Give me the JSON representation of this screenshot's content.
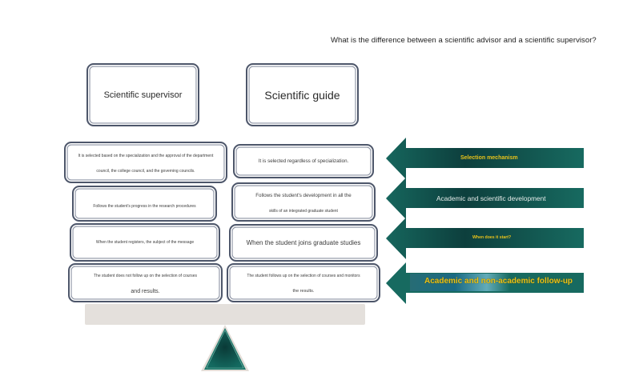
{
  "title": "What is the difference between a scientific advisor and a scientific supervisor?",
  "headers": {
    "left": "Scientific supervisor",
    "right": "Scientific guide"
  },
  "rows": [
    {
      "left": [
        "It is selected based on the specialization and the approval of the department",
        "council, the college council, and the governing councils."
      ],
      "right": [
        "It is selected regardless of specialization."
      ],
      "category": "Selection mechanism"
    },
    {
      "left": [
        "Follows the student's progress in the research procedures"
      ],
      "right": [
        "Follows the student's development in all the",
        "skills of an integrated graduate student"
      ],
      "category": "Academic and scientific development"
    },
    {
      "left": [
        "When the student registers, the subject of the message"
      ],
      "right": [
        "When the student joins graduate studies"
      ],
      "category": "When does it start?"
    },
    {
      "left": [
        "The student does not follow up on the selection of courses",
        "and results."
      ],
      "right": [
        "The student follows up on the selection of courses and monitors",
        "the results."
      ],
      "category": "Academic and non-academic follow-up"
    }
  ],
  "colors": {
    "arrow": "#155f57",
    "arrow_dark": "#0c3d3c",
    "arrow_label": "#e8c21a",
    "arrow_label_white": "#e6ecea",
    "card_border": "#4d566a",
    "beam": "#e4e0dc",
    "fulcrum": "#11584f"
  }
}
